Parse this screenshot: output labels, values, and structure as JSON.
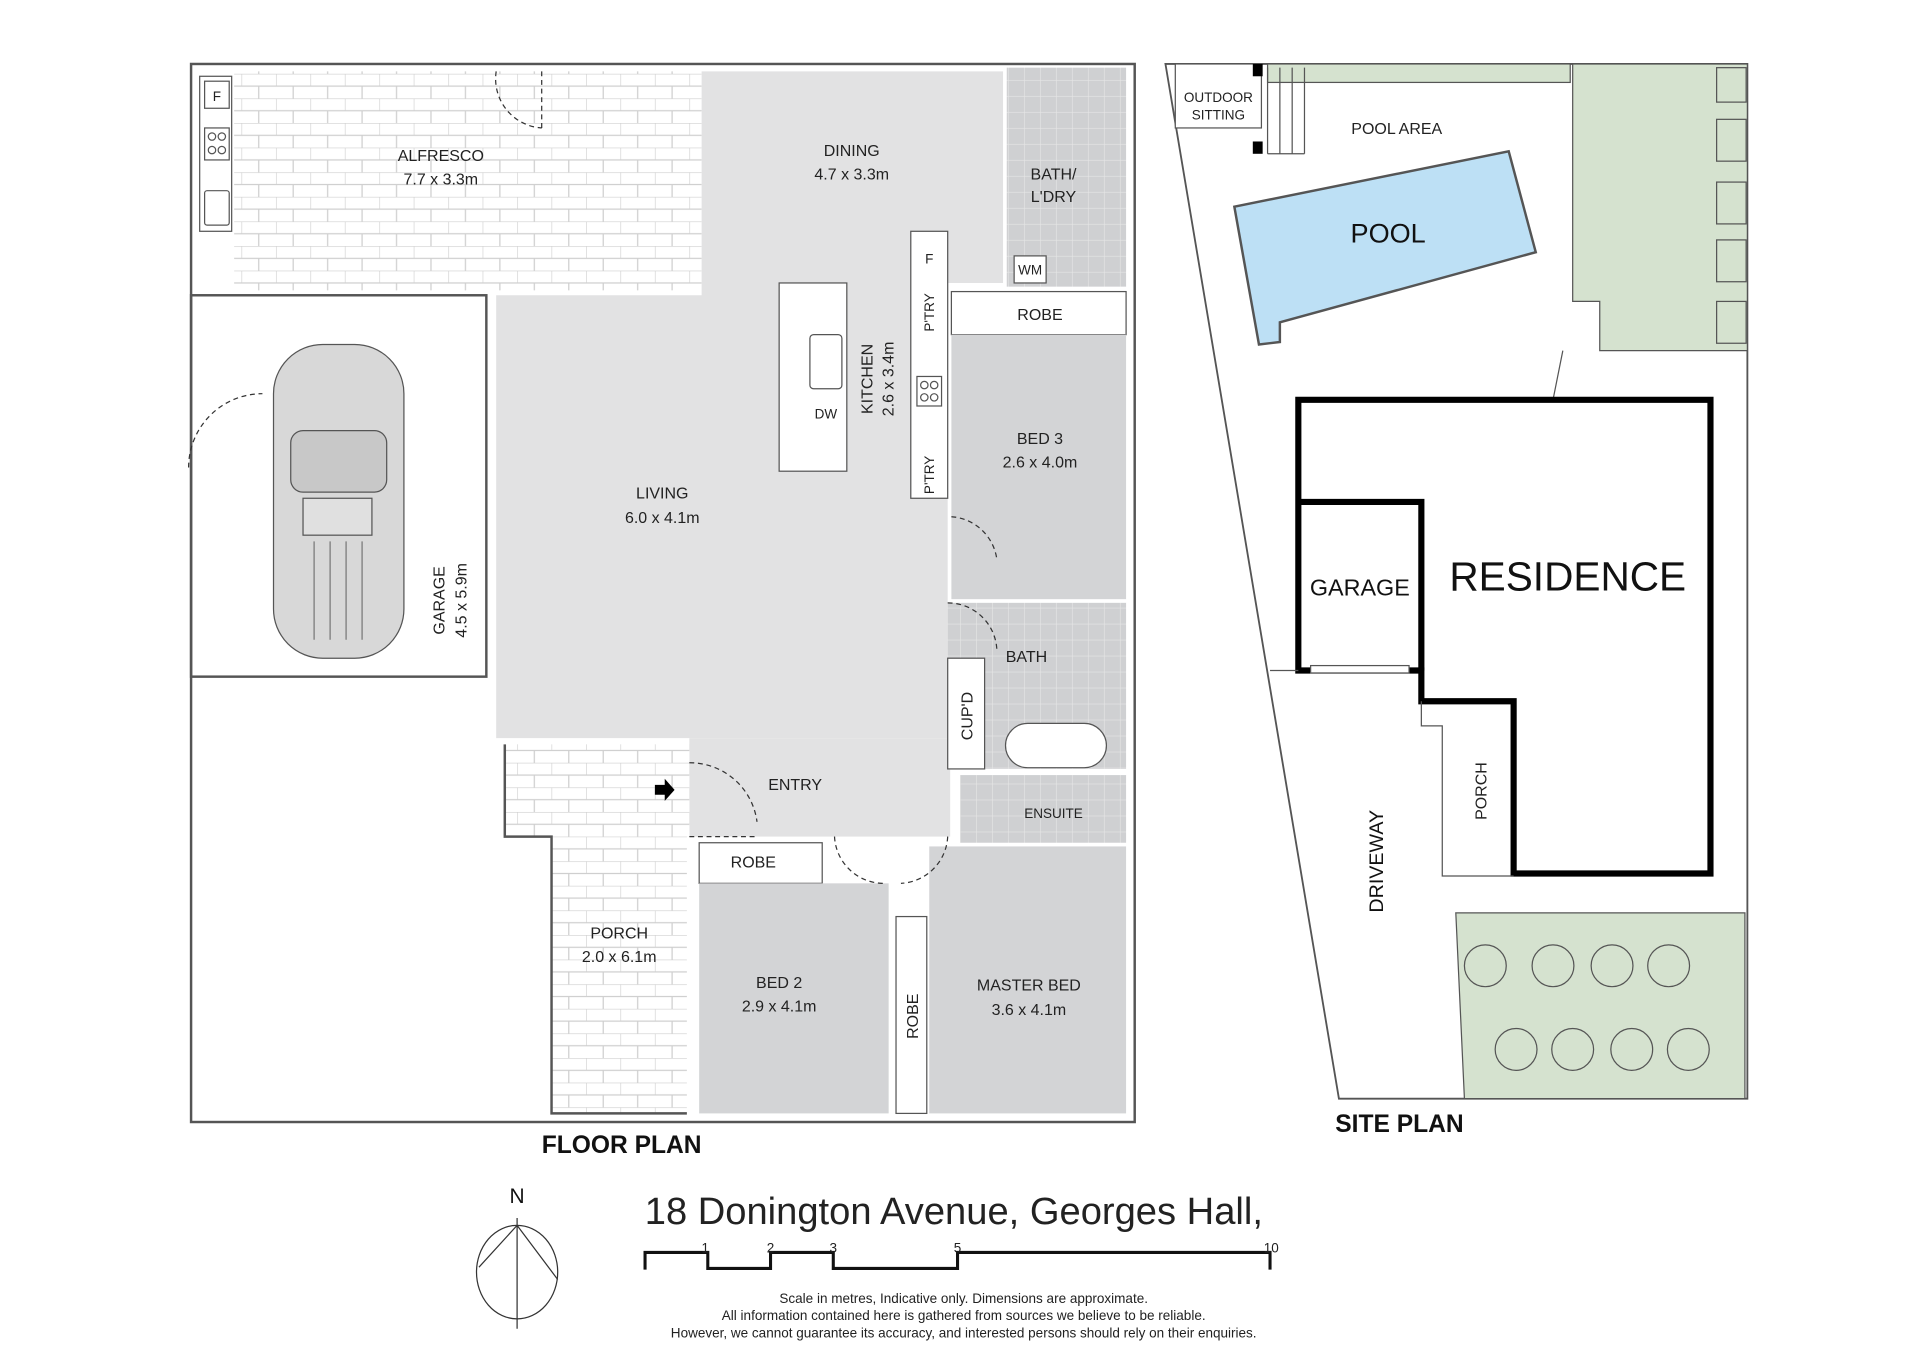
{
  "title": "18 Donington Avenue, Georges Hall,",
  "floor_plan": {
    "heading": "FLOOR PLAN",
    "rooms": {
      "alfresco": {
        "name": "ALFRESCO",
        "size": "7.7 x 3.3m"
      },
      "dining": {
        "name": "DINING",
        "size": "4.7 x 3.3m"
      },
      "bath_ldry": {
        "name": "BATH/",
        "name2": "L'DRY"
      },
      "kitchen": {
        "name": "KITCHEN",
        "size": "2.6 x 3.4m"
      },
      "living": {
        "name": "LIVING",
        "size": "6.0 x 4.1m"
      },
      "garage": {
        "name": "GARAGE",
        "size": "4.5 x 5.9m"
      },
      "bed3": {
        "name": "BED 3",
        "size": "2.6 x 4.0m"
      },
      "robe_bed3": {
        "name": "ROBE"
      },
      "bath": {
        "name": "BATH"
      },
      "cupd": {
        "name": "CUP'D"
      },
      "ensuite": {
        "name": "ENSUITE"
      },
      "entry": {
        "name": "ENTRY"
      },
      "porch": {
        "name": "PORCH",
        "size": "2.0 x 6.1m"
      },
      "robe_bed2": {
        "name": "ROBE"
      },
      "bed2": {
        "name": "BED 2",
        "size": "2.9 x 4.1m"
      },
      "robe_master": {
        "name": "ROBE"
      },
      "master": {
        "name": "MASTER BED",
        "size": "3.6 x 4.1m"
      }
    },
    "fixtures": {
      "fridge": "F",
      "fridge_kitchen": "F",
      "pantry1": "P'TRY",
      "pantry2": "P'TRY",
      "dishwasher": "DW",
      "washing_machine": "WM"
    }
  },
  "site_plan": {
    "heading": "SITE PLAN",
    "outdoor_sitting": [
      "OUTDOOR",
      "SITTING"
    ],
    "pool_area": "POOL AREA",
    "pool": "POOL",
    "garage": "GARAGE",
    "residence": "RESIDENCE",
    "porch": "PORCH",
    "driveway": "DRIVEWAY"
  },
  "north_label": "N",
  "scale": {
    "ticks": [
      "1",
      "2",
      "3",
      "5",
      "10"
    ]
  },
  "disclaimer": [
    "Scale in metres, Indicative only. Dimensions are approximate.",
    "All information contained here is gathered from sources we believe to be reliable.",
    "However, we cannot guarantee its accuracy, and interested persons should rely on their enquiries."
  ],
  "colors": {
    "room_light": "#e2e2e3",
    "room_dark": "#d3d4d6",
    "tile": "#cfd0d2",
    "pool": "#bde0f5",
    "lawn": "#d5e2cf"
  }
}
